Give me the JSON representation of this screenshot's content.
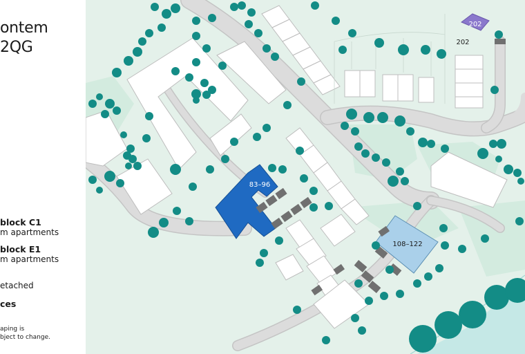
{
  "title": {
    "line1": "ontem",
    "line2": "2QG"
  },
  "legend": {
    "items": [
      {
        "bold": "block C1",
        "sub": "m apartments"
      },
      {
        "bold": "block E1",
        "sub": "m apartments"
      },
      {
        "bold": "",
        "sub": "etached"
      },
      {
        "bold": "ces",
        "sub": ""
      }
    ],
    "note_line1": "aping is",
    "note_line2": "bject to change."
  },
  "map": {
    "labels": {
      "block_c1": "83–96",
      "block_e1": "108–122",
      "plot_202_badge": "202",
      "plot_202": "202"
    },
    "colors": {
      "background": "#e4f1ea",
      "road": "#dcdcdc",
      "road_edge": "#c4c4c4",
      "building": "#ffffff",
      "tree": "#138c86",
      "block_c1": "#1f6ac2",
      "block_e1": "#aad0ea",
      "plot_202": "#8a78cc",
      "garage": "#707070",
      "river": "#c5e8e6"
    }
  }
}
